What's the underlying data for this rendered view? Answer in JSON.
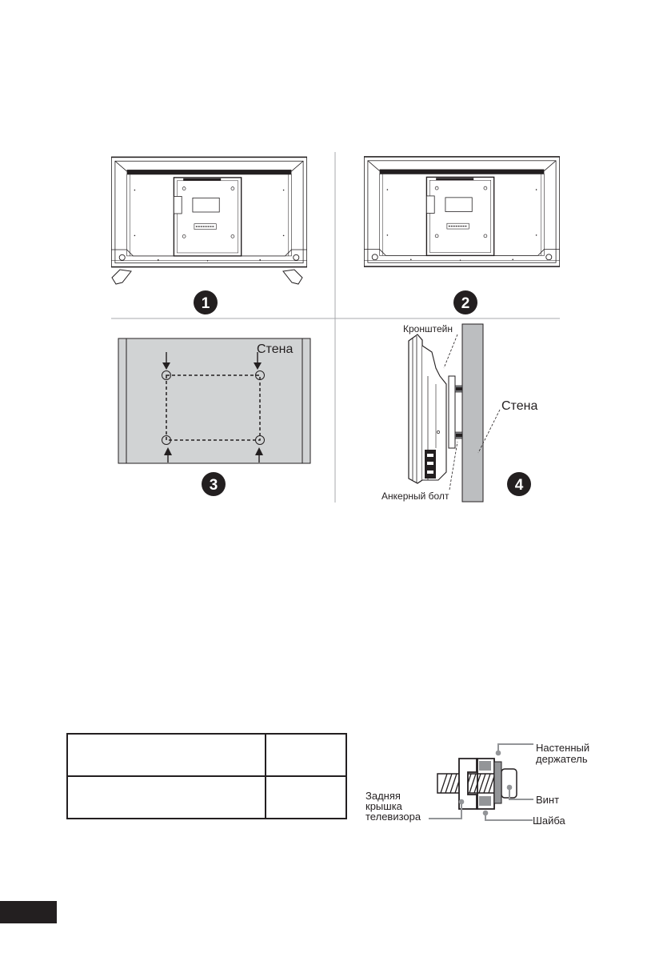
{
  "steps": [
    {
      "number": "1"
    },
    {
      "number": "2"
    },
    {
      "number": "3"
    },
    {
      "number": "4"
    }
  ],
  "labels": {
    "wall_top": "Стена",
    "bracket": "Кронштейн",
    "wall_side": "Стена",
    "anchor_bolt": "Анкерный болт"
  },
  "specs_table": {
    "rows": [
      [
        "",
        ""
      ],
      [
        "",
        ""
      ]
    ]
  },
  "screw_diagram": {
    "wall_holder_line1": "Настенный",
    "wall_holder_line2": "держатель",
    "screw": "Винт",
    "back_cover_line1": "Задняя",
    "back_cover_line2": "крышка",
    "back_cover_line3": "телевизора",
    "washer": "Шайба"
  }
}
